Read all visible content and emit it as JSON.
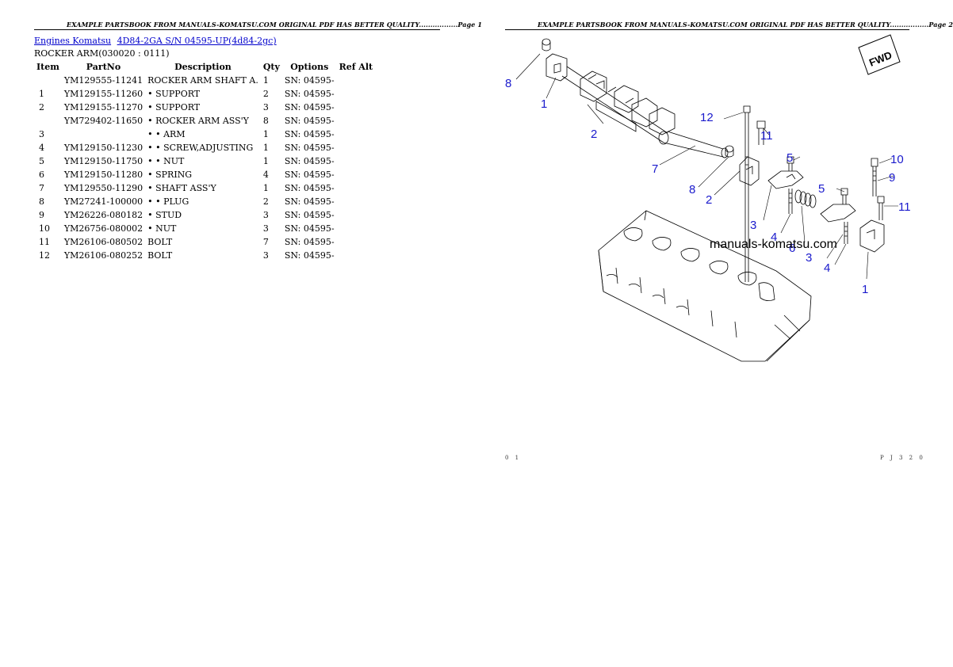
{
  "header": {
    "left": "EXAMPLE PARTSBOOK FROM MANUALS-KOMATSU.COM ORIGINAL PDF HAS BETTER QUALITY.................Page 1",
    "right": "EXAMPLE PARTSBOOK FROM MANUALS-KOMATSU.COM ORIGINAL PDF HAS BETTER QUALITY.................Page 2"
  },
  "breadcrumb": {
    "link1": "Engines Komatsu",
    "link2": "4D84-2GA S/N 04595-UP(4d84-2gc)"
  },
  "section_title": "ROCKER ARM(030020 : 0111)",
  "table": {
    "headers": [
      "Item",
      "PartNo",
      "Description",
      "Qty",
      "Options",
      "Ref Alt"
    ],
    "rows": [
      [
        "",
        "YM129555-11241",
        "ROCKER ARM SHAFT A.",
        "1",
        "SN: 04595-",
        ""
      ],
      [
        "1",
        "YM129155-11260",
        "• SUPPORT",
        "2",
        "SN: 04595-",
        ""
      ],
      [
        "2",
        "YM129155-11270",
        "• SUPPORT",
        "3",
        "SN: 04595-",
        ""
      ],
      [
        "",
        "YM729402-11650",
        "• ROCKER ARM ASS'Y",
        "8",
        "SN: 04595-",
        ""
      ],
      [
        "3",
        "",
        "• • ARM",
        "1",
        "SN: 04595-",
        ""
      ],
      [
        "4",
        "YM129150-11230",
        "• • SCREW,ADJUSTING",
        "1",
        "SN: 04595-",
        ""
      ],
      [
        "5",
        "YM129150-11750",
        "• • NUT",
        "1",
        "SN: 04595-",
        ""
      ],
      [
        "6",
        "YM129150-11280",
        "• SPRING",
        "4",
        "SN: 04595-",
        ""
      ],
      [
        "7",
        "YM129550-11290",
        "• SHAFT ASS'Y",
        "1",
        "SN: 04595-",
        ""
      ],
      [
        "8",
        "YM27241-100000",
        "• • PLUG",
        "2",
        "SN: 04595-",
        ""
      ],
      [
        "9",
        "YM26226-080182",
        "• STUD",
        "3",
        "SN: 04595-",
        ""
      ],
      [
        "10",
        "YM26756-080002",
        "• NUT",
        "3",
        "SN: 04595-",
        ""
      ],
      [
        "11",
        "YM26106-080502",
        "BOLT",
        "7",
        "SN: 04595-",
        ""
      ],
      [
        "12",
        "YM26106-080252",
        "BOLT",
        "3",
        "SN: 04595-",
        ""
      ]
    ]
  },
  "diagram": {
    "watermark": "manuals-komatsu.com",
    "fwd_label": "FWD",
    "callout_color": "#1a1acc",
    "callouts": [
      "8",
      "1",
      "2",
      "7",
      "12",
      "11",
      "8",
      "2",
      "5",
      "3",
      "4",
      "6",
      "5",
      "3",
      "4",
      "10",
      "9",
      "11",
      "1"
    ]
  },
  "footer": {
    "left": "0 1",
    "right": "P J 3 2 0"
  }
}
